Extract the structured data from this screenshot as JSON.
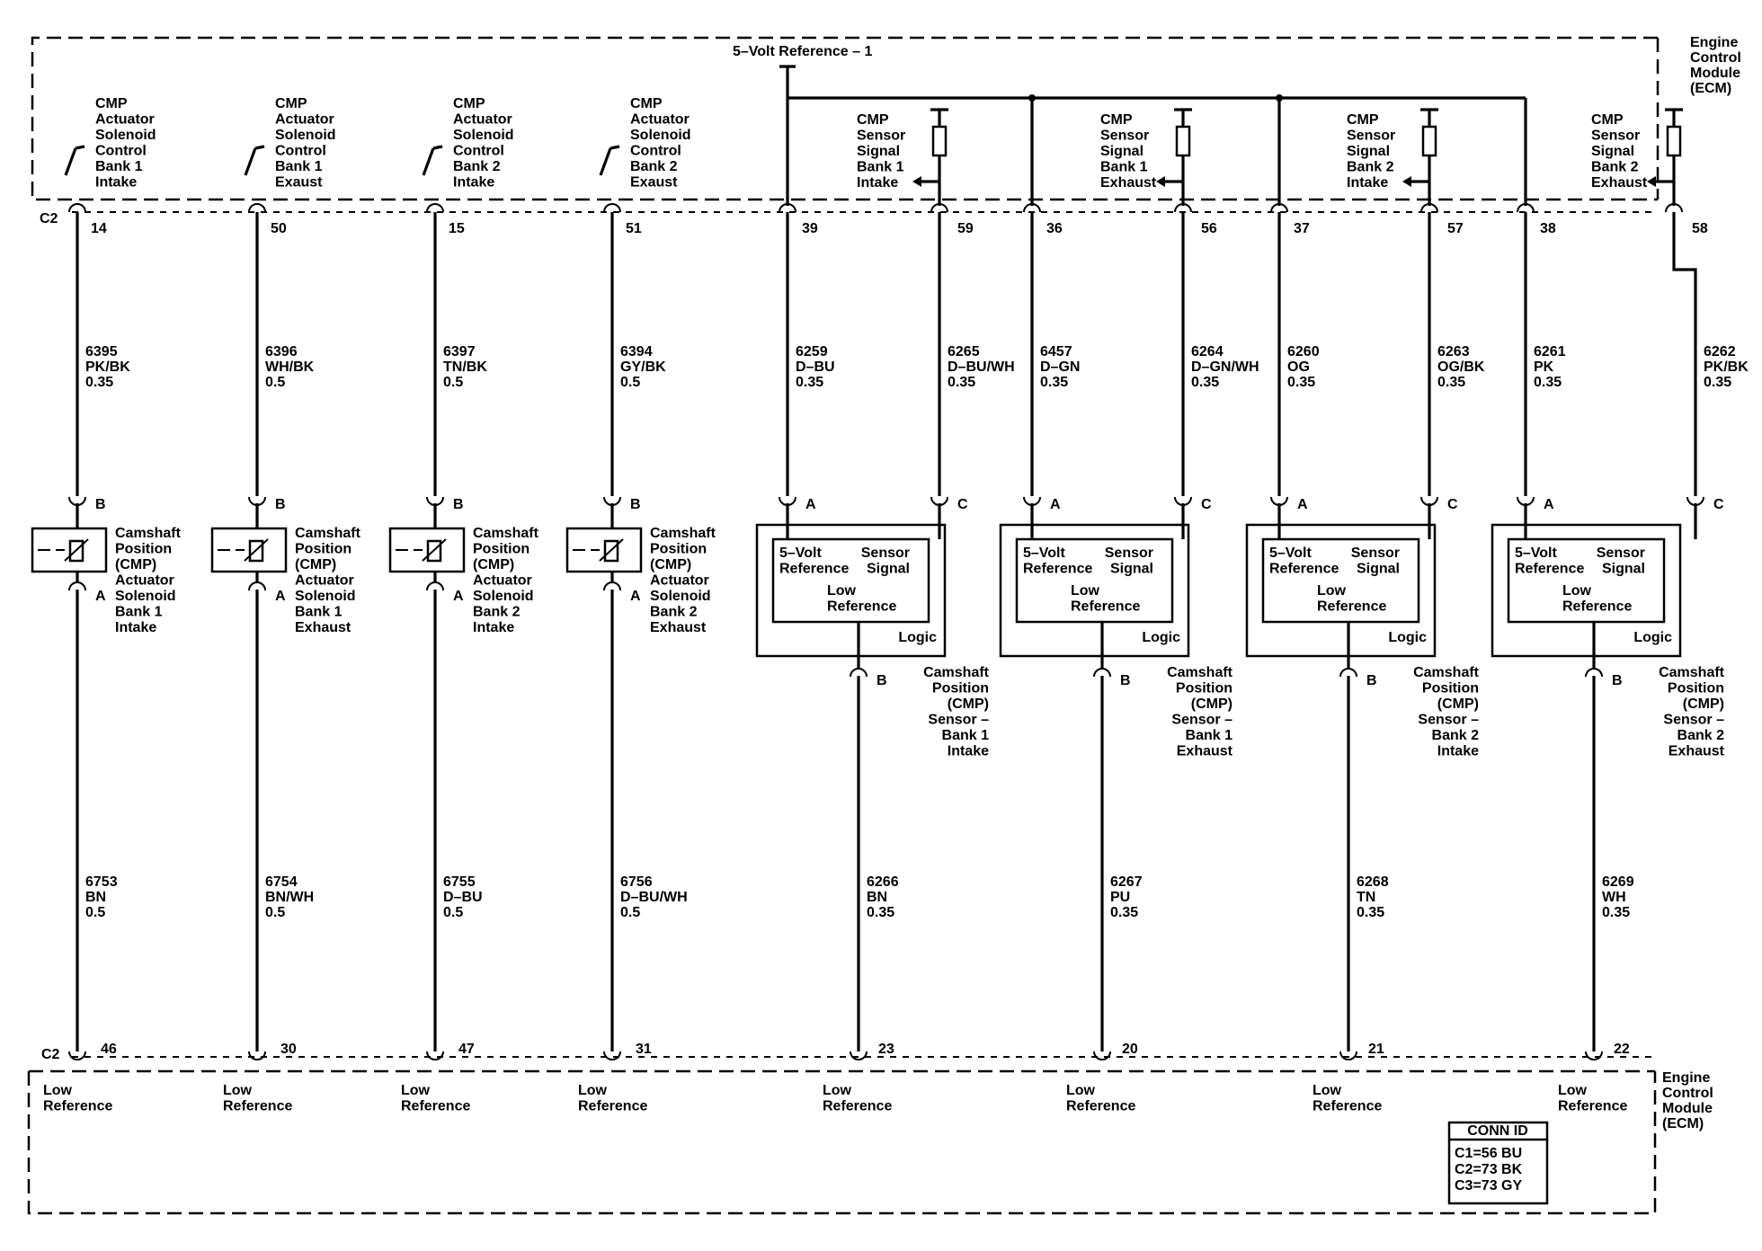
{
  "ecm": {
    "top": [
      "Engine",
      "Control",
      "Module",
      "(ECM)"
    ],
    "bottom": [
      "Engine",
      "Control",
      "Module",
      "(ECM)"
    ]
  },
  "five_volt_ref": "5–Volt Reference – 1",
  "connector_top": "C2",
  "connector_bottom": "C2",
  "solenoid_circuits": [
    {
      "ecm_label": [
        "CMP",
        "Actuator",
        "Solenoid",
        "Control",
        "Bank 1",
        "Intake"
      ],
      "pin_top": "14",
      "wire_top": [
        "6395",
        "PK/BK",
        "0.35"
      ],
      "comp_label": [
        "Camshaft",
        "Position",
        "(CMP)",
        "Actuator",
        "Solenoid",
        "Bank 1",
        "Intake"
      ],
      "pin_a": "A",
      "pin_b": "B",
      "wire_bottom": [
        "6753",
        "BN",
        "0.5"
      ],
      "pin_bottom": "46",
      "low_ref": [
        "Low",
        "Reference"
      ]
    },
    {
      "ecm_label": [
        "CMP",
        "Actuator",
        "Solenoid",
        "Control",
        "Bank 1",
        "Exaust"
      ],
      "pin_top": "50",
      "wire_top": [
        "6396",
        "WH/BK",
        "0.5"
      ],
      "comp_label": [
        "Camshaft",
        "Position",
        "(CMP)",
        "Actuator",
        "Solenoid",
        "Bank 1",
        "Exhaust"
      ],
      "pin_a": "A",
      "pin_b": "B",
      "wire_bottom": [
        "6754",
        "BN/WH",
        "0.5"
      ],
      "pin_bottom": "30",
      "low_ref": [
        "Low",
        "Reference"
      ]
    },
    {
      "ecm_label": [
        "CMP",
        "Actuator",
        "Solenoid",
        "Control",
        "Bank 2",
        "Intake"
      ],
      "pin_top": "15",
      "wire_top": [
        "6397",
        "TN/BK",
        "0.5"
      ],
      "comp_label": [
        "Camshaft",
        "Position",
        "(CMP)",
        "Actuator",
        "Solenoid",
        "Bank 2",
        "Intake"
      ],
      "pin_a": "A",
      "pin_b": "B",
      "wire_bottom": [
        "6755",
        "D–BU",
        "0.5"
      ],
      "pin_bottom": "47",
      "low_ref": [
        "Low",
        "Reference"
      ]
    },
    {
      "ecm_label": [
        "CMP",
        "Actuator",
        "Solenoid",
        "Control",
        "Bank 2",
        "Exaust"
      ],
      "pin_top": "51",
      "wire_top": [
        "6394",
        "GY/BK",
        "0.5"
      ],
      "comp_label": [
        "Camshaft",
        "Position",
        "(CMP)",
        "Actuator",
        "Solenoid",
        "Bank 2",
        "Exhaust"
      ],
      "pin_a": "A",
      "pin_b": "B",
      "wire_bottom": [
        "6756",
        "D–BU/WH",
        "0.5"
      ],
      "pin_bottom": "31",
      "low_ref": [
        "Low",
        "Reference"
      ]
    }
  ],
  "sensor_circuits": [
    {
      "ecm_label": [
        "CMP",
        "Sensor",
        "Signal",
        "Bank 1",
        "Intake"
      ],
      "ref_pin": "39",
      "ref_wire": [
        "6259",
        "D–BU",
        "0.35"
      ],
      "sig_pin": "59",
      "sig_wire": [
        "6265",
        "D–BU/WH",
        "0.35"
      ],
      "pin_a": "A",
      "pin_c": "C",
      "pin_b": "B",
      "box_ref": [
        "5–Volt",
        "Reference"
      ],
      "box_sig": [
        "Sensor",
        "Signal"
      ],
      "box_low": [
        "Low",
        "Reference"
      ],
      "logic": "Logic",
      "comp_label": [
        "Camshaft",
        "Position",
        "(CMP)",
        "Sensor –",
        "Bank 1",
        "Intake"
      ],
      "low_wire": [
        "6266",
        "BN",
        "0.35"
      ],
      "low_pin": "23",
      "low_ref": [
        "Low",
        "Reference"
      ]
    },
    {
      "ecm_label": [
        "CMP",
        "Sensor",
        "Signal",
        "Bank 1",
        "Exhaust"
      ],
      "ref_pin": "36",
      "ref_wire": [
        "6457",
        "D–GN",
        "0.35"
      ],
      "sig_pin": "56",
      "sig_wire": [
        "6264",
        "D–GN/WH",
        "0.35"
      ],
      "pin_a": "A",
      "pin_c": "C",
      "pin_b": "B",
      "box_ref": [
        "5–Volt",
        "Reference"
      ],
      "box_sig": [
        "Sensor",
        "Signal"
      ],
      "box_low": [
        "Low",
        "Reference"
      ],
      "logic": "Logic",
      "comp_label": [
        "Camshaft",
        "Position",
        "(CMP)",
        "Sensor –",
        "Bank 1",
        "Exhaust"
      ],
      "low_wire": [
        "6267",
        "PU",
        "0.35"
      ],
      "low_pin": "20",
      "low_ref": [
        "Low",
        "Reference"
      ]
    },
    {
      "ecm_label": [
        "CMP",
        "Sensor",
        "Signal",
        "Bank 2",
        "Intake"
      ],
      "ref_pin": "37",
      "ref_wire": [
        "6260",
        "OG",
        "0.35"
      ],
      "sig_pin": "57",
      "sig_wire": [
        "6263",
        "OG/BK",
        "0.35"
      ],
      "pin_a": "A",
      "pin_c": "C",
      "pin_b": "B",
      "box_ref": [
        "5–Volt",
        "Reference"
      ],
      "box_sig": [
        "Sensor",
        "Signal"
      ],
      "box_low": [
        "Low",
        "Reference"
      ],
      "logic": "Logic",
      "comp_label": [
        "Camshaft",
        "Position",
        "(CMP)",
        "Sensor –",
        "Bank 2",
        "Intake"
      ],
      "low_wire": [
        "6268",
        "TN",
        "0.35"
      ],
      "low_pin": "21",
      "low_ref": [
        "Low",
        "Reference"
      ]
    },
    {
      "ecm_label": [
        "CMP",
        "Sensor",
        "Signal",
        "Bank 2",
        "Exhaust"
      ],
      "ref_pin": "38",
      "ref_wire": [
        "6261",
        "PK",
        "0.35"
      ],
      "sig_pin": "58",
      "sig_wire": [
        "6262",
        "PK/BK",
        "0.35"
      ],
      "pin_a": "A",
      "pin_c": "C",
      "pin_b": "B",
      "box_ref": [
        "5–Volt",
        "Reference"
      ],
      "box_sig": [
        "Sensor",
        "Signal"
      ],
      "box_low": [
        "Low",
        "Reference"
      ],
      "logic": "Logic",
      "comp_label": [
        "Camshaft",
        "Position",
        "(CMP)",
        "Sensor –",
        "Bank 2",
        "Exhaust"
      ],
      "low_wire": [
        "6269",
        "WH",
        "0.35"
      ],
      "low_pin": "22",
      "low_ref": [
        "Low",
        "Reference"
      ]
    }
  ],
  "conn_id": {
    "title": "CONN ID",
    "rows": [
      "C1=56 BU",
      "C2=73 BK",
      "C3=73 GY"
    ]
  }
}
